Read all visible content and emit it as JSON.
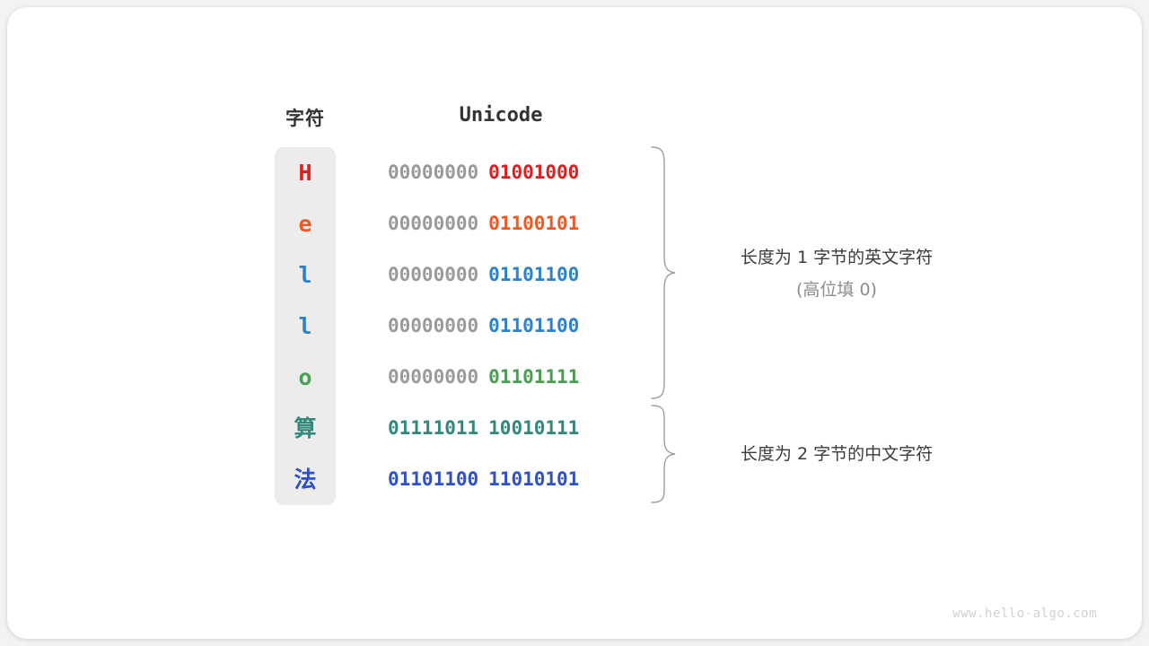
{
  "figure": {
    "headers": {
      "character": "字符",
      "encoding": "Unicode"
    },
    "rows": [
      {
        "char": "H",
        "high_byte": "00000000",
        "low_byte": "01001000",
        "color": "#DC2020",
        "cjk": false
      },
      {
        "char": "e",
        "high_byte": "00000000",
        "low_byte": "01100101",
        "color": "#F05A22",
        "cjk": false
      },
      {
        "char": "l",
        "high_byte": "00000000",
        "low_byte": "01101100",
        "color": "#2D82CC",
        "cjk": false
      },
      {
        "char": "l",
        "high_byte": "00000000",
        "low_byte": "01101100",
        "color": "#2D82CC",
        "cjk": false
      },
      {
        "char": "o",
        "high_byte": "00000000",
        "low_byte": "01101111",
        "color": "#4C9E52",
        "cjk": false
      },
      {
        "char": "算",
        "high_byte": "01111011",
        "low_byte": "10010111",
        "color": "#2F8A7C",
        "cjk": true
      },
      {
        "char": "法",
        "high_byte": "01101100",
        "low_byte": "11010101",
        "color": "#3050C6",
        "cjk": true
      }
    ],
    "annotations": [
      {
        "text": "长度为 1 字节的英文字符",
        "subtext": "(高位填 0)",
        "group_rows": [
          0,
          1,
          2,
          3,
          4
        ]
      },
      {
        "text": "长度为 2 字节的中文字符",
        "subtext": "",
        "group_rows": [
          5,
          6
        ]
      }
    ],
    "watermark": "www.hello-algo.com",
    "colors": {
      "high_byte_gray": "#9A9A9A",
      "panel_background": "#ECECEC",
      "header_text": "#333333",
      "brace_stroke": "#9E9E9E",
      "annotation_text": "#3B3B3B",
      "annotation_subtext": "#8C8C8C",
      "card_background": "#FFFFFF",
      "page_background": "#F3F3F3"
    }
  }
}
